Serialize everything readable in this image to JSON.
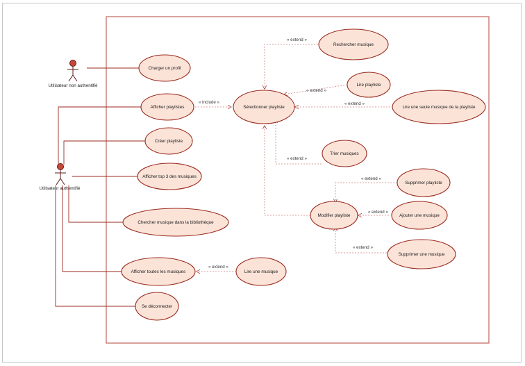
{
  "actors": {
    "non_auth": "Utilisateur non authentifié",
    "auth": "Utilisateur authentifié"
  },
  "use_cases": {
    "charger_profil": "Charger un profil",
    "afficher_playlistes": "Afficher playlistes",
    "creer_playliste": "Créer playliste",
    "afficher_top3": "Afficher top 3 des musiques",
    "chercher_musique": "Chercher musique dans la bibliothèque",
    "afficher_toutes": "Afficher toutes les musiques",
    "se_deconnecter": "Se déconnecter",
    "selectionner_playliste": "Sélectionner playliste",
    "rechercher_musique": "Rechercher musique",
    "lire_playliste": "Lire playliste",
    "lire_seule": "Lire une seule musique de la playliste",
    "trier_musiques": "Trier musiques",
    "modifier_playliste": "Modifier playliste",
    "supprimer_playliste": "Supprimer playliste",
    "ajouter_musique": "Ajouter une musique",
    "supprimer_musique": "Supprimer une musique",
    "lire_musique": "Lire une musique"
  },
  "relations": {
    "include": "« include »",
    "extend": "« extend »"
  },
  "colors": {
    "stroke": "#9b2a1e",
    "fill": "#fbe3d8",
    "boundary": "#b5453a"
  }
}
